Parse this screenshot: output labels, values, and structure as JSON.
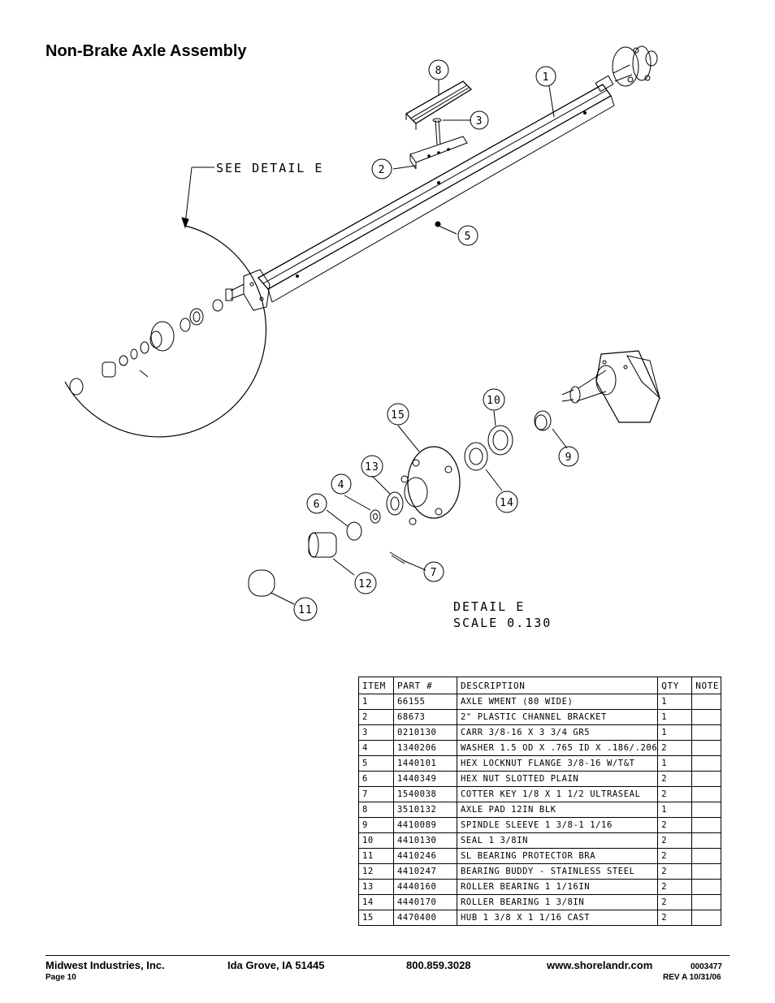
{
  "title": "Non-Brake Axle Assembly",
  "callouts": {
    "see_detail": "SEE DETAIL  E",
    "detail_label": "DETAIL  E",
    "scale_label": "SCALE  0.130",
    "balloons": [
      "1",
      "2",
      "3",
      "4",
      "5",
      "6",
      "7",
      "8",
      "9",
      "10",
      "11",
      "12",
      "13",
      "14",
      "15"
    ]
  },
  "table": {
    "headers": [
      "ITEM",
      "PART #",
      "DESCRIPTION",
      "QTY",
      "NOTE"
    ],
    "rows": [
      [
        "1",
        "66155",
        "AXLE WMENT (80 WIDE)",
        "1",
        ""
      ],
      [
        "2",
        "68673",
        "2\" PLASTIC CHANNEL BRACKET",
        "1",
        ""
      ],
      [
        "3",
        "0210130",
        "CARR 3/8-16 X 3 3/4 GR5",
        "1",
        ""
      ],
      [
        "4",
        "1340206",
        "WASHER 1.5 OD X .765 ID X .186/.206",
        "2",
        ""
      ],
      [
        "5",
        "1440101",
        "HEX LOCKNUT FLANGE 3/8-16 W/T&T",
        "1",
        ""
      ],
      [
        "6",
        "1440349",
        "HEX NUT SLOTTED PLAIN",
        "2",
        ""
      ],
      [
        "7",
        "1540038",
        "COTTER KEY 1/8 X 1 1/2 ULTRASEAL",
        "2",
        ""
      ],
      [
        "8",
        "3510132",
        "AXLE PAD 12IN  BLK",
        "1",
        ""
      ],
      [
        "9",
        "4410089",
        "SPINDLE SLEEVE  1 3/8-1 1/16",
        "2",
        ""
      ],
      [
        "10",
        "4410130",
        "SEAL  1 3/8IN",
        "2",
        ""
      ],
      [
        "11",
        "4410246",
        "SL BEARING PROTECTOR BRA",
        "2",
        ""
      ],
      [
        "12",
        "4410247",
        "BEARING BUDDY - STAINLESS STEEL",
        "2",
        ""
      ],
      [
        "13",
        "4440160",
        "ROLLER BEARING   1 1/16IN",
        "2",
        ""
      ],
      [
        "14",
        "4440170",
        "ROLLER BEARING   1 3/8IN",
        "2",
        ""
      ],
      [
        "15",
        "4470400",
        "HUB  1 3/8 X 1 1/16 CAST",
        "2",
        ""
      ]
    ]
  },
  "footer": {
    "company": "Midwest Industries, Inc.",
    "location": "Ida Grove, IA  51445",
    "phone": "800.859.3028",
    "website": "www.shorelandr.com",
    "doc_number": "0003477",
    "page": "Page 10",
    "revision": "REV A  10/31/06"
  }
}
